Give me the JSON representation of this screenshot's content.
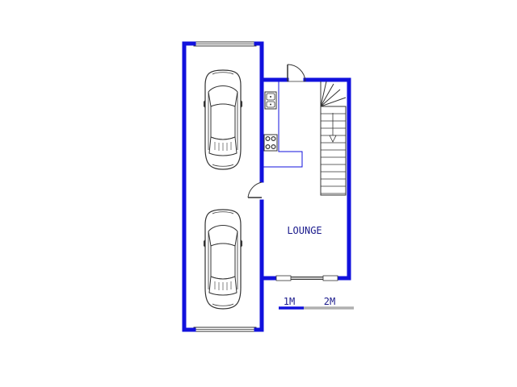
{
  "plan": {
    "rooms": [
      {
        "name": "LOUNGE"
      }
    ],
    "scale_bar": {
      "first_label": "1M",
      "second_label": "2M"
    },
    "colors": {
      "wall": "#1111dd",
      "text": "#1a1a8c",
      "ink": "#333333",
      "scale_grey": "#b0b0b0"
    },
    "fixtures": [
      "car-icon",
      "car-icon",
      "sink-icon",
      "stove-icon",
      "staircase-icon",
      "door-icon",
      "door-icon",
      "window-icon",
      "window-icon",
      "sliding-door-icon"
    ]
  }
}
